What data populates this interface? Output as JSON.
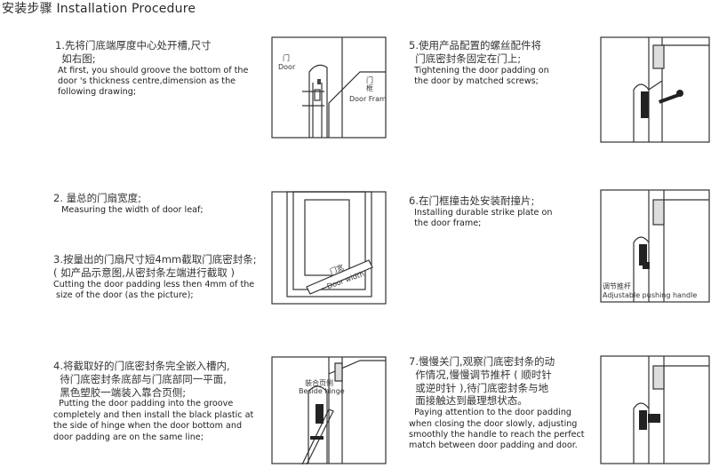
{
  "title": "安装步骤 Installation Procedure",
  "steps": {
    "s1": {
      "cn": "1.先将门底端厚度中心处开槽,尺寸\n  如右图;",
      "en": " At first, you should groove the bottom of the\n door 's thickness centre,dimension as the\n following drawing;"
    },
    "s2": {
      "cn": "2. 量总的门扇宽度;",
      "en": "   Measuring the width of door leaf;"
    },
    "s3": {
      "cn": "3.按量出的门扇尺寸短4mm截取门底密封条;\n( 如产品示意图,从密封条左端进行截取 )",
      "en": "Cutting the door padding less then 4mm of the\n size of the door (as the picture);"
    },
    "s4": {
      "cn": "4.将截取好的门底密封条完全嵌入槽内,\n  待门底密封条底部与门底部同一平面,\n  黑色塑胶一端装入靠合页侧;",
      "en": "  Putting the door padding into the groove\ncompletely and then install the black plastic at\nthe side of hinge when the door bottom and\ndoor padding are on the same line;"
    },
    "s5": {
      "cn": "5.使用产品配置的螺丝配件将\n  门底密封条固定在门上;",
      "en": "  Tightening the door padding on\n  the door by matched screws;"
    },
    "s6": {
      "cn": "6.在门框撞击处安装耐撞片;",
      "en": "  Installing durable strike plate on\n  the door frame;"
    },
    "s7": {
      "cn": "7.慢慢关门,观察门底密封条的动\n  作情况,慢慢调节推杆 ( 顺时针\n  或逆时针 ),待门底密封条与地\n  面接触达到最理想状态。",
      "en": "  Paying attention to the door padding\nwhen closing the door slowly, adjusting\nsmoothly the handle to reach the perfect\nmatch between door padding and door."
    }
  },
  "figures": {
    "fig1": {
      "door_cn": "门",
      "door_en": "Door",
      "frame_cn": "门\n框",
      "frame_en": "Door Frame"
    },
    "fig2": {
      "width_cn": "门宽",
      "width_en": "Door width"
    },
    "fig4": {
      "hinge_cn": "装合页侧",
      "hinge_en": "Beside hinge"
    },
    "fig6": {
      "handle_cn": "调节推杆",
      "handle_en": "Adjustable pushing handle"
    }
  }
}
